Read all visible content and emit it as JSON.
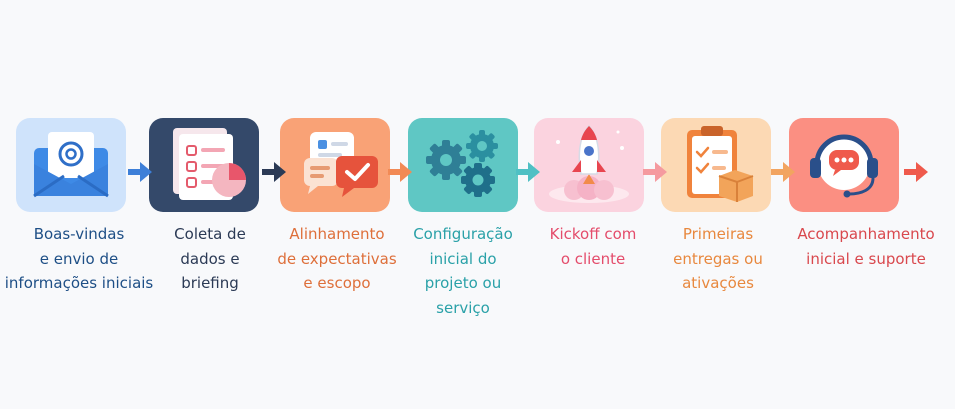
{
  "steps": [
    {
      "icon": "envelope-icon",
      "color": "#1e4f86",
      "tile": "#cfe3fb",
      "lines": [
        "Boas-vindas",
        "e envio de",
        "informações iniciais"
      ]
    },
    {
      "icon": "checklist-chart-icon",
      "color": "#2b3a55",
      "tile": "#34496a",
      "lines": [
        "Coleta de",
        "dados e",
        "briefing"
      ]
    },
    {
      "icon": "chat-bubbles-icon",
      "color": "#de6f3a",
      "tile": "#f9a276",
      "lines": [
        "Alinhamento",
        "de expectativas",
        "e escopo"
      ]
    },
    {
      "icon": "gears-icon",
      "color": "#2aa1a8",
      "tile": "#5fc7c4",
      "lines": [
        "Configuração",
        "inicial do",
        "projeto ou",
        "serviço"
      ]
    },
    {
      "icon": "rocket-icon",
      "color": "#e44c6b",
      "tile": "#fbd3df",
      "lines": [
        "Kickoff com",
        "o cliente"
      ]
    },
    {
      "icon": "clipboard-box-icon",
      "color": "#e8883e",
      "tile": "#fcd9b4",
      "lines": [
        "Primeiras",
        "entregas ou",
        "ativações"
      ]
    },
    {
      "icon": "headset-support-icon",
      "color": "#d9484d",
      "tile": "#fb8f82",
      "lines": [
        "Acompanhamento",
        "inicial e suporte"
      ]
    }
  ],
  "arrow_colors": [
    "#3d7fd8",
    "#2b3a55",
    "#f28a55",
    "#4fc0c4",
    "#f59a9f",
    "#f2a460",
    "#ef5a4c"
  ]
}
